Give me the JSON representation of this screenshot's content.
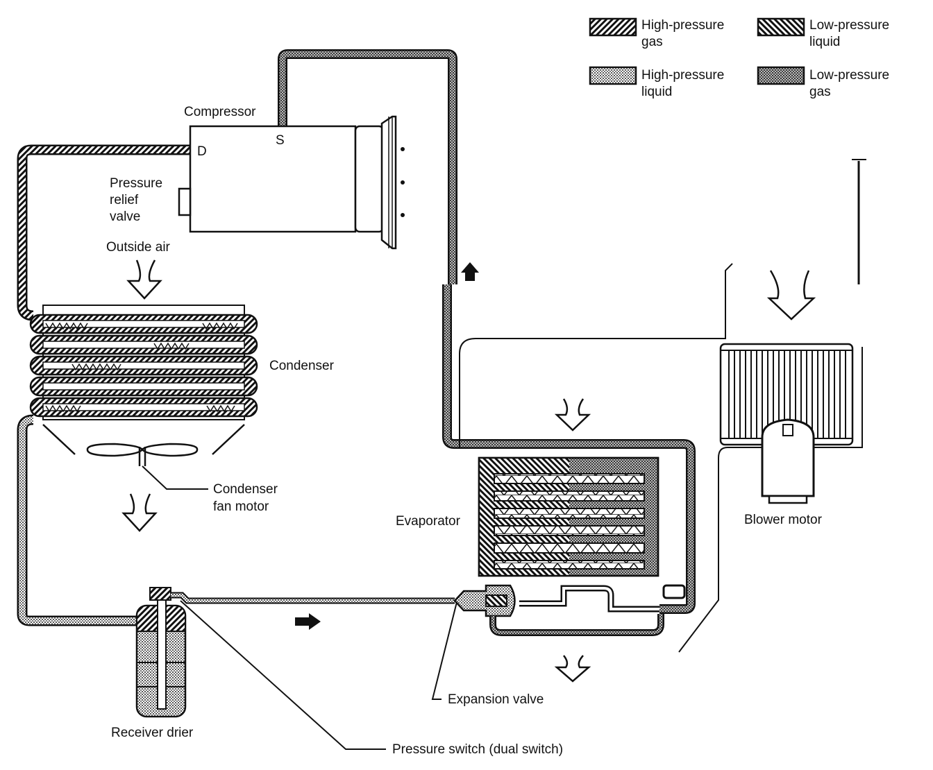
{
  "legend": {
    "high_pressure_gas": [
      "High-pressure",
      "gas"
    ],
    "low_pressure_liquid": [
      "Low-pressure",
      "liquid"
    ],
    "high_pressure_liquid": [
      "High-pressure",
      "liquid"
    ],
    "low_pressure_gas": [
      "Low-pressure",
      "gas"
    ]
  },
  "labels": {
    "compressor": "Compressor",
    "discharge_port": "D",
    "suction_port": "S",
    "pressure_relief_valve": [
      "Pressure",
      "relief",
      "valve"
    ],
    "outside_air": "Outside air",
    "condenser": "Condenser",
    "condenser_fan_motor": [
      "Condenser",
      "fan motor"
    ],
    "evaporator": "Evaporator",
    "blower_motor": "Blower motor",
    "expansion_valve": "Expansion valve",
    "receiver_drier": "Receiver drier",
    "pressure_switch": "Pressure switch (dual switch)"
  },
  "colors": {
    "ink": "#111111",
    "background": "#ffffff"
  }
}
